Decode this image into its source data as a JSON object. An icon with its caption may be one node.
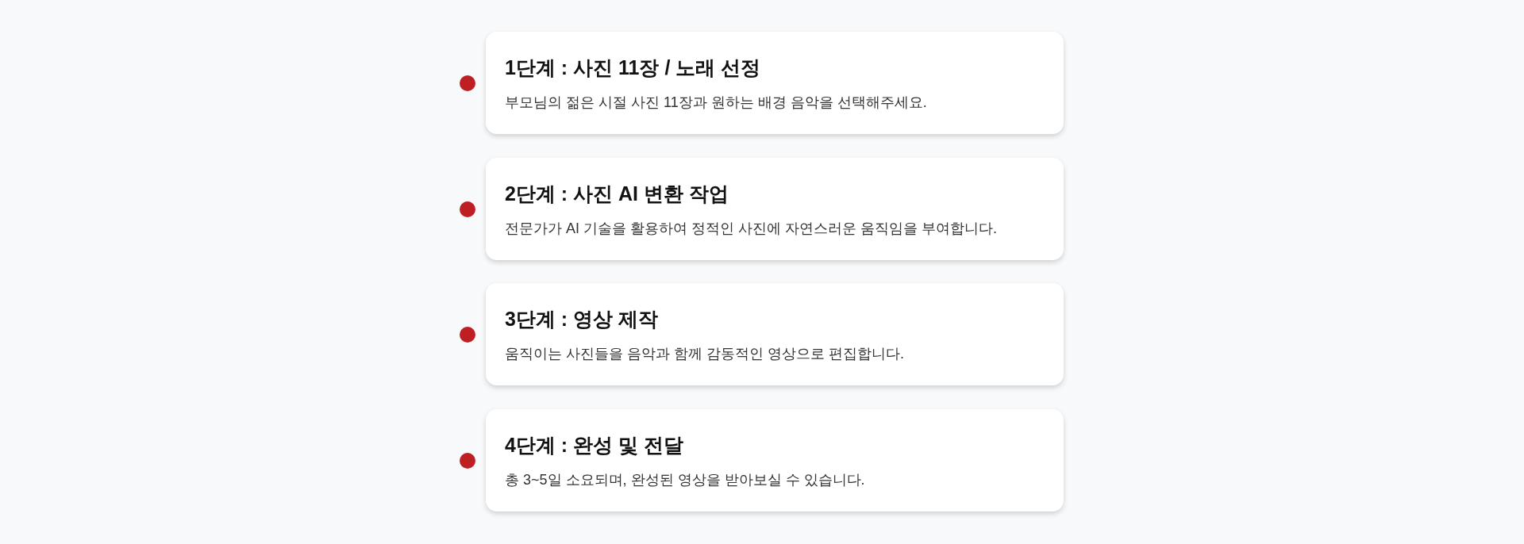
{
  "diagram": {
    "nodes": [
      {
        "text": [
          "1단계 : 사진 11장 / 노래 선정",
          "부모님의 젊은 시절 사진 11장과 원하는 배경 음악을 선택해주세요."
        ]
      },
      {
        "text": [
          "2단계 : 사진 AI 변환 작업",
          "전문가가 AI 기술을 활용하여 정적인 사진에 자연스러운 움직임을 부여합니다."
        ]
      },
      {
        "text": [
          "3단계 : 영상 제작",
          "움직이는 사진들을 음악과 함께 감동적인 영상으로 편집합니다."
        ]
      },
      {
        "text": [
          "4단계 : 완성 및 전달",
          "총 3~5일 소요되며, 완성된 영상을 받아보실 수 있습니다."
        ]
      }
    ],
    "edges": []
  }
}
